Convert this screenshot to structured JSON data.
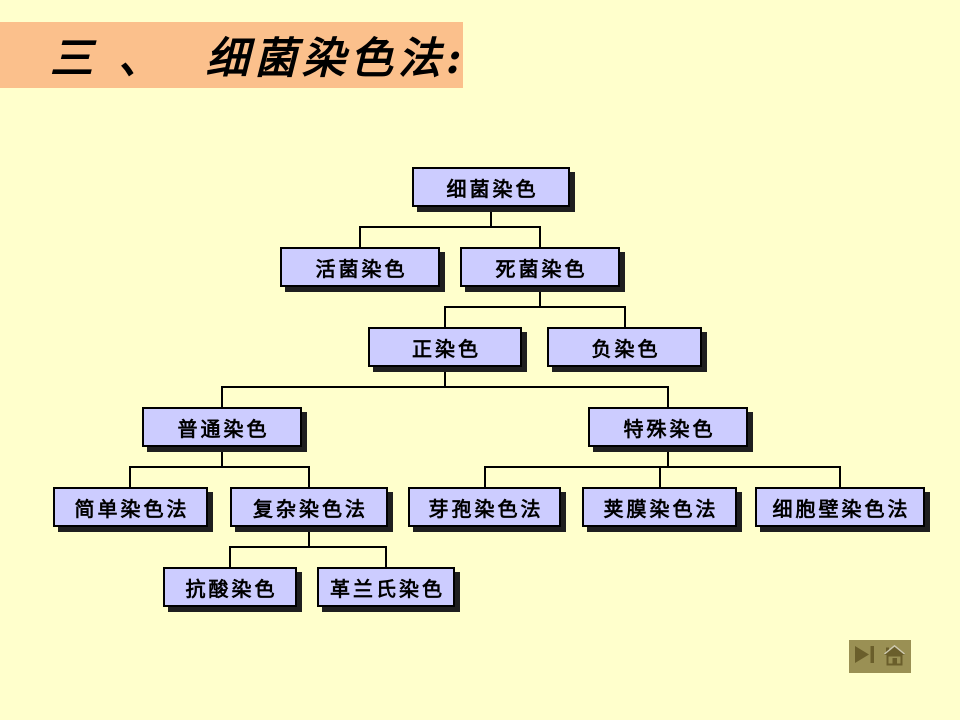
{
  "slide": {
    "title": {
      "text": "三 、  细菌染色法:",
      "background_color": "#FBC08C",
      "text_color": "#000000"
    },
    "background_color": "#FFFFCC"
  },
  "diagram": {
    "nodes": {
      "root": {
        "label": "细菌染色"
      },
      "live": {
        "label": "活菌染色"
      },
      "dead": {
        "label": "死菌染色"
      },
      "positive": {
        "label": "正染色"
      },
      "negative": {
        "label": "负染色"
      },
      "ordinary": {
        "label": "普通染色"
      },
      "special": {
        "label": "特殊染色"
      },
      "simple": {
        "label": "简单染色法"
      },
      "complex": {
        "label": "复杂染色法"
      },
      "spore": {
        "label": "芽孢染色法"
      },
      "capsule": {
        "label": "荚膜染色法"
      },
      "cellwall": {
        "label": "细胞壁染色法"
      },
      "acidfast": {
        "label": "抗酸染色"
      },
      "gram": {
        "label": "革兰氏染色"
      }
    },
    "edges": [
      [
        "细菌染色",
        "活菌染色"
      ],
      [
        "细菌染色",
        "死菌染色"
      ],
      [
        "死菌染色",
        "正染色"
      ],
      [
        "死菌染色",
        "负染色"
      ],
      [
        "正染色",
        "普通染色"
      ],
      [
        "正染色",
        "特殊染色"
      ],
      [
        "普通染色",
        "简单染色法"
      ],
      [
        "普通染色",
        "复杂染色法"
      ],
      [
        "特殊染色",
        "芽孢染色法"
      ],
      [
        "特殊染色",
        "荚膜染色法"
      ],
      [
        "特殊染色",
        "细胞壁染色法"
      ],
      [
        "复杂染色法",
        "抗酸染色"
      ],
      [
        "复杂染色法",
        "革兰氏染色"
      ]
    ],
    "node_fill": "#CCCCFF",
    "node_border": "#000000",
    "node_shadow": "#1F1F1F",
    "connector_color": "#000000"
  },
  "navigation": {
    "background_color": "#9A9054",
    "icon_color": "#6A5E2B",
    "buttons": [
      {
        "name": "next",
        "icon": "skip-end-icon"
      },
      {
        "name": "home",
        "icon": "home-icon"
      }
    ]
  }
}
